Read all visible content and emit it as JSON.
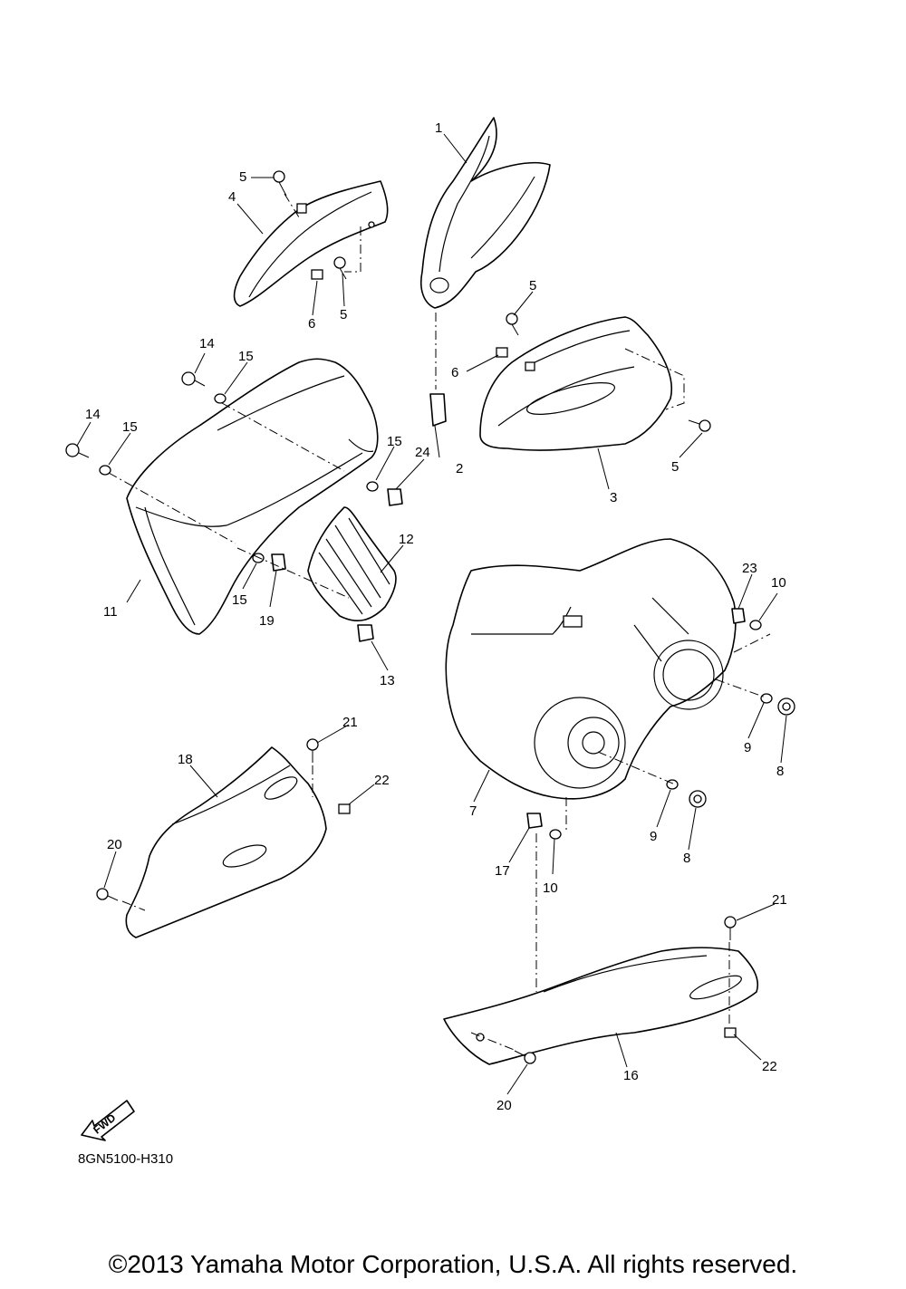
{
  "diagram": {
    "part_code": "8GN5100-H310",
    "copyright": "©2013 Yamaha Motor Corporation, U.S.A. All rights reserved.",
    "fwd_label": "FWD",
    "callouts": [
      {
        "id": "c1",
        "text": "1"
      },
      {
        "id": "c2",
        "text": "2"
      },
      {
        "id": "c3",
        "text": "3"
      },
      {
        "id": "c4",
        "text": "4"
      },
      {
        "id": "c5a",
        "text": "5"
      },
      {
        "id": "c5b",
        "text": "5"
      },
      {
        "id": "c5c",
        "text": "5"
      },
      {
        "id": "c5d",
        "text": "5"
      },
      {
        "id": "c6a",
        "text": "6"
      },
      {
        "id": "c6b",
        "text": "6"
      },
      {
        "id": "c7",
        "text": "7"
      },
      {
        "id": "c8a",
        "text": "8"
      },
      {
        "id": "c8b",
        "text": "8"
      },
      {
        "id": "c9a",
        "text": "9"
      },
      {
        "id": "c9b",
        "text": "9"
      },
      {
        "id": "c10a",
        "text": "10"
      },
      {
        "id": "c10b",
        "text": "10"
      },
      {
        "id": "c11",
        "text": "11"
      },
      {
        "id": "c12",
        "text": "12"
      },
      {
        "id": "c13",
        "text": "13"
      },
      {
        "id": "c14a",
        "text": "14"
      },
      {
        "id": "c14b",
        "text": "14"
      },
      {
        "id": "c15a",
        "text": "15"
      },
      {
        "id": "c15b",
        "text": "15"
      },
      {
        "id": "c15c",
        "text": "15"
      },
      {
        "id": "c15d",
        "text": "15"
      },
      {
        "id": "c16",
        "text": "16"
      },
      {
        "id": "c17",
        "text": "17"
      },
      {
        "id": "c18",
        "text": "18"
      },
      {
        "id": "c19",
        "text": "19"
      },
      {
        "id": "c20a",
        "text": "20"
      },
      {
        "id": "c20b",
        "text": "20"
      },
      {
        "id": "c21a",
        "text": "21"
      },
      {
        "id": "c21b",
        "text": "21"
      },
      {
        "id": "c22a",
        "text": "22"
      },
      {
        "id": "c22b",
        "text": "22"
      },
      {
        "id": "c23",
        "text": "23"
      },
      {
        "id": "c24",
        "text": "24"
      }
    ]
  }
}
